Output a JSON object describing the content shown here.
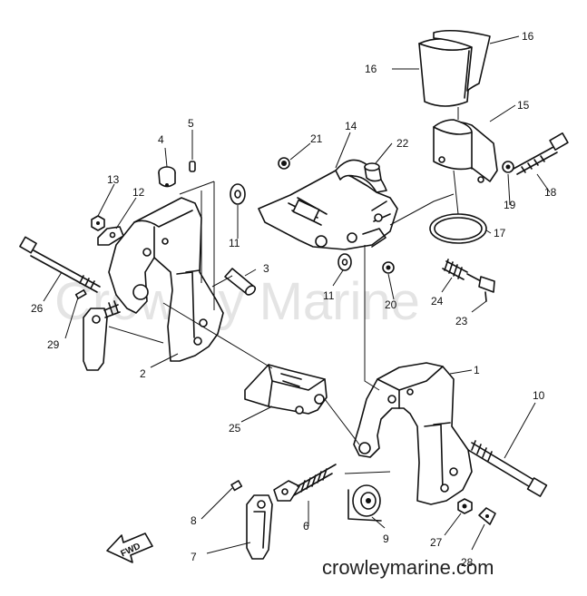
{
  "watermark": "Crowley Marine",
  "site": "crowleymarine.com",
  "fwd": "FWD",
  "labels": {
    "l1": "1",
    "l2": "2",
    "l3": "3",
    "l4": "4",
    "l5": "5",
    "l6": "6",
    "l7": "7",
    "l8": "8",
    "l9": "9",
    "l10": "10",
    "l11a": "11",
    "l11b": "11",
    "l12": "12",
    "l13": "13",
    "l14": "14",
    "l15": "15",
    "l16a": "16",
    "l16b": "16",
    "l17": "17",
    "l18": "18",
    "l19": "19",
    "l20": "20",
    "l21": "21",
    "l22": "22",
    "l23": "23",
    "l24": "24",
    "l25": "25",
    "l26": "26",
    "l27": "27",
    "l28": "28",
    "l29": "29"
  }
}
